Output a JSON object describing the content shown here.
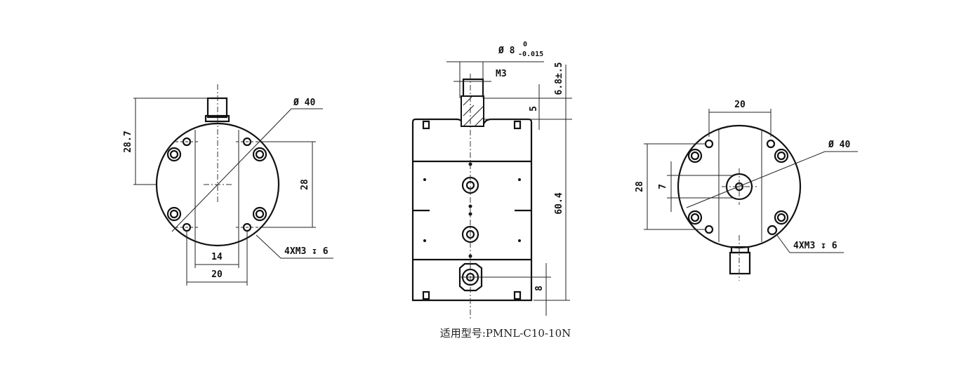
{
  "left_view": {
    "diameter": "Ø 40",
    "height": "28.7",
    "hole_spacing_v": "28",
    "width_inner": "14",
    "width_outer": "20",
    "thread_note": "4XM3 ↧ 6"
  },
  "front_view": {
    "shaft_diameter": "Ø 8",
    "tol_upper": "0",
    "tol_lower": "-0.015",
    "thread": "M3",
    "shaft_height": "6.8±.5",
    "flat_depth": "5",
    "overall_height": "60.4",
    "connector_offset": "8"
  },
  "right_view": {
    "width": "20",
    "diameter": "Ø 40",
    "hole_spacing_v": "28",
    "hub_offset": "7",
    "thread_note": "4XM3 ↧ 6"
  },
  "caption": "适用型号:PMNL-C10-10N"
}
